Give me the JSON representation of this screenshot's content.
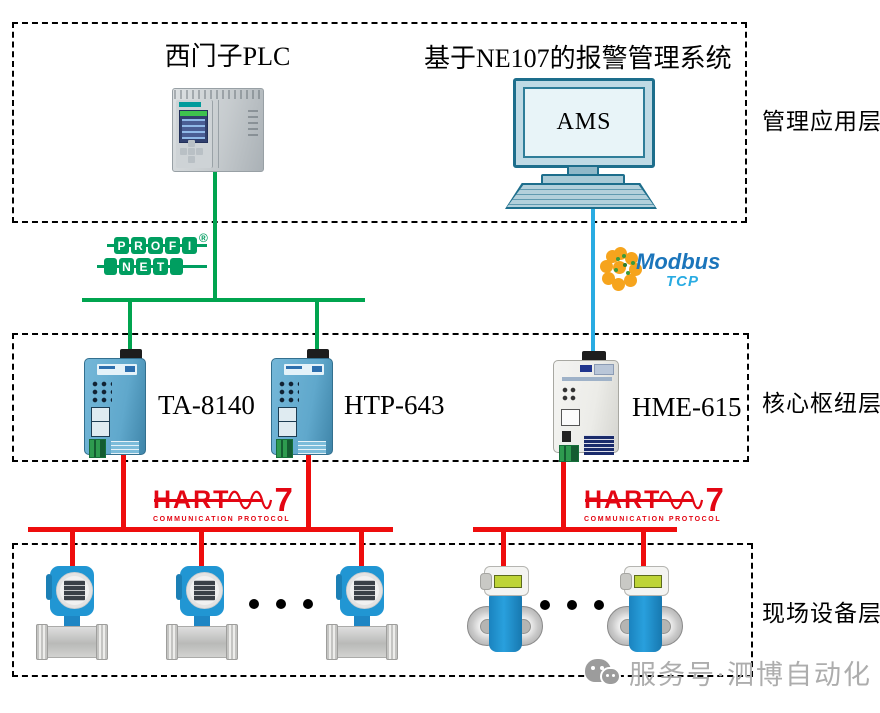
{
  "palette": {
    "profinet_green": "#009E60",
    "connection_green": "#00A44F",
    "modbus_line_blue": "#29ABE2",
    "hart_red": "#E30613",
    "connection_red": "#EE0D0D",
    "device_blue": "#2196D3",
    "gateway_blue": "#60A8CC",
    "monitor_teal": "#1D6E8C",
    "watermark_gray": "#ADADAD"
  },
  "top": {
    "plc_title": "西门子PLC",
    "system_title": "基于NE107的报警管理系统",
    "ams_label": "AMS"
  },
  "layers": [
    {
      "label": "管理应用层"
    },
    {
      "label": "核心枢纽层"
    },
    {
      "label": "现场设备层"
    }
  ],
  "gateways": [
    {
      "label": "TA-8140"
    },
    {
      "label": "HTP-643"
    },
    {
      "label": "HME-615"
    }
  ],
  "logos": {
    "profinet": {
      "row1": [
        "P",
        "R",
        "O",
        "F",
        "I"
      ],
      "row2": [
        "N",
        "E",
        "T"
      ],
      "registered": "®"
    },
    "modbus": {
      "name": "Modbus",
      "sub": "TCP"
    },
    "hart": {
      "name": "HART",
      "version": "7",
      "sub": "COMMUNICATION PROTOCOL"
    }
  },
  "watermark": {
    "text": "服务号·泗博自动化"
  }
}
